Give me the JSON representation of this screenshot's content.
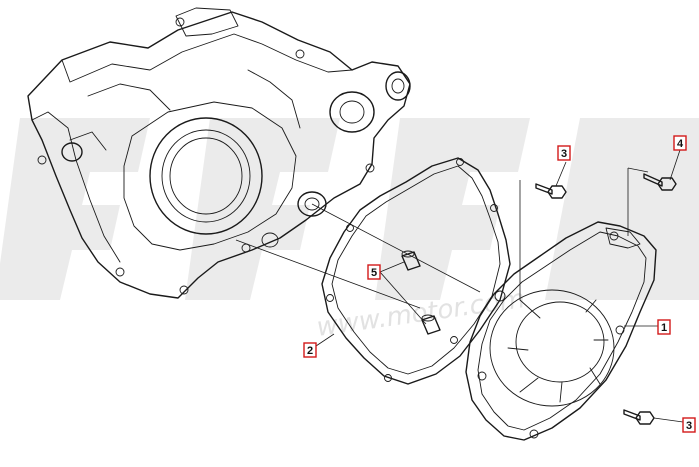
{
  "watermark": {
    "url_text": "www.motor.com"
  },
  "callouts": [
    {
      "id": "callout-1",
      "label": "1",
      "part": "ignition cover"
    },
    {
      "id": "callout-2",
      "label": "2",
      "part": "cover gasket"
    },
    {
      "id": "callout-3a",
      "label": "3",
      "part": "upper cover bolt"
    },
    {
      "id": "callout-3b",
      "label": "3",
      "part": "lower cover bolt"
    },
    {
      "id": "callout-4",
      "label": "4",
      "part": "cover bolt"
    },
    {
      "id": "callout-5",
      "label": "5",
      "part": "dowel pin"
    }
  ],
  "colors": {
    "callout_border": "#d21a1a",
    "line": "#1a1a1a",
    "watermark": "#ebebeb"
  }
}
